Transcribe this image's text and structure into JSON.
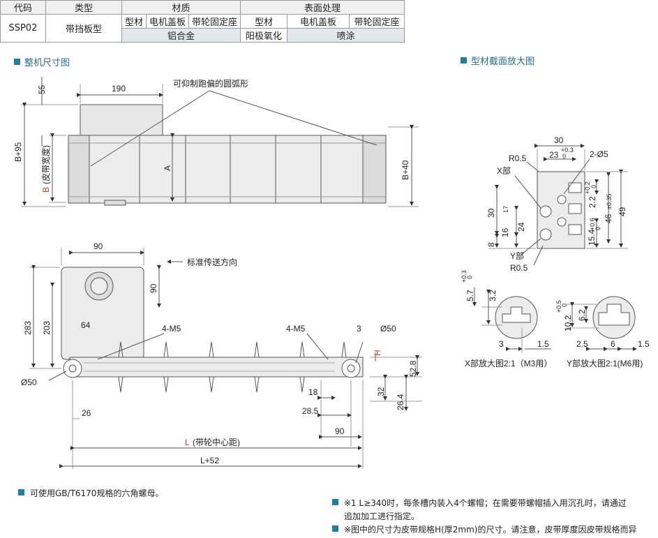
{
  "spec_table": {
    "headers": {
      "code": "代码",
      "type": "类型",
      "material": "材质",
      "surface": "表面处理"
    },
    "sub_headers": [
      "型材",
      "电机盖板",
      "带轮固定座",
      "型材",
      "电机盖板",
      "带轮固定座"
    ],
    "code": "SSP02",
    "type": "带挡板型",
    "material_value": "铝合金",
    "surface_values": [
      "阳极氧化",
      "喷涂"
    ]
  },
  "sections": {
    "dimension": "整机尺寸图",
    "profile": "型材截面放大图"
  },
  "top_view": {
    "callout": "可仰制跑偏的圆弧形",
    "dims": {
      "d55": "55",
      "d190": "190",
      "b95": "B+95",
      "b_red": "B",
      "b_width": "(皮带宽度)",
      "a": "A",
      "b40": "B+40"
    }
  },
  "side_view": {
    "direction": "标准传送方向",
    "dims": {
      "d90a": "90",
      "d90b": "90",
      "d283": "283",
      "d203": "203",
      "d64": "64",
      "m5a": "4-M5",
      "m5b": "4-M5",
      "d3": "3",
      "phi50a": "Ø50",
      "phi50b": "Ø50",
      "h": "H",
      "d52_8": "52.8",
      "d18": "18",
      "d32": "32",
      "d26_4": "26.4",
      "d26": "26",
      "d28_5": "28.5",
      "d90c": "90",
      "l_red": "L",
      "l_center": "(带轮中心距)",
      "l52": "L+52"
    }
  },
  "profile_view": {
    "dims": {
      "d30": "30",
      "d23": "23",
      "d23tol": "+0.3",
      "d23tol2": "0",
      "r05a": "R0.5",
      "phi5": "2-Ø5",
      "xpart": "X部",
      "ypart": "Y部",
      "r05b": "R0.5",
      "d30v": "30",
      "d17": "17",
      "d16": "16",
      "d24": "24",
      "d8": "8",
      "d22": "2.2",
      "d22tol": "+0.2",
      "d22tol2": "0",
      "d46": "46",
      "d46tol": "±0.35",
      "d49": "49",
      "d154": "15.4",
      "d154tol": "+0.6",
      "d154tol2": "0"
    }
  },
  "detail_x": {
    "d57": "5.7",
    "d57tol": "+0.3",
    "d57tol2": "0",
    "d32": "3.2",
    "d3": "3",
    "d15": "1.5",
    "caption": "X部放大图2:1（M3用）"
  },
  "detail_y": {
    "d102": "10.2",
    "d102tol": "+0.5",
    "d102tol2": "0",
    "d62": "6.2",
    "d25": "2.5",
    "d6": "6",
    "d15": "1.5",
    "caption": "Y部放大图2:1(M6用)"
  },
  "notes": {
    "n1": "可使用GB/T6170规格的六角螺母。",
    "n2_line1": "※1 L≥340时，每条槽内装入4个螺帽；在需要带螺帽插入用沉孔时，请通过",
    "n2_line2": "追加加工进行指定。",
    "n3": "※图中的尺寸为皮带规格H(厚2mm)的尺寸。请注意，皮带厚度因皮带规格而异"
  },
  "colors": {
    "accent": "#1f7fa0",
    "red": "#d8392b",
    "body": "#ececec"
  }
}
